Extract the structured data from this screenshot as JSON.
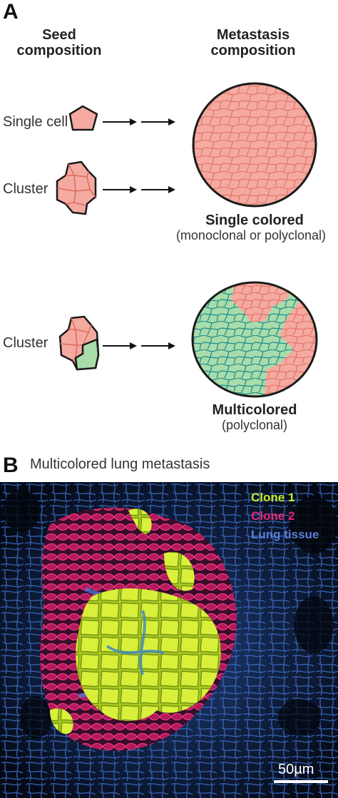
{
  "panel_a": {
    "letter": "A",
    "seed_heading": "Seed composition",
    "metastasis_heading": "Metastasis composition",
    "row1_label": "Single cell",
    "row2_label": "Cluster",
    "row3_label": "Cluster",
    "single_caption": "Single colored",
    "single_subcaption": "(monoclonal or polyclonal)",
    "multi_caption": "Multicolored",
    "multi_subcaption": "(polyclonal)"
  },
  "panel_b": {
    "letter": "B",
    "title": "Multicolored lung metastasis",
    "legend": [
      {
        "label": "Clone 1",
        "color": "#c4ec2a"
      },
      {
        "label": "Clone 2",
        "color": "#e8287a"
      },
      {
        "label": "Lung tissue",
        "color": "#5a7fd6"
      }
    ],
    "scale_bar": "50µm"
  },
  "colors": {
    "pink_cell": "#f4aaa0",
    "pink_line": "#e06a60",
    "green_cell": "#a8dcaa",
    "green_line": "#1a8a8e",
    "outline": "#1a1a1a"
  }
}
